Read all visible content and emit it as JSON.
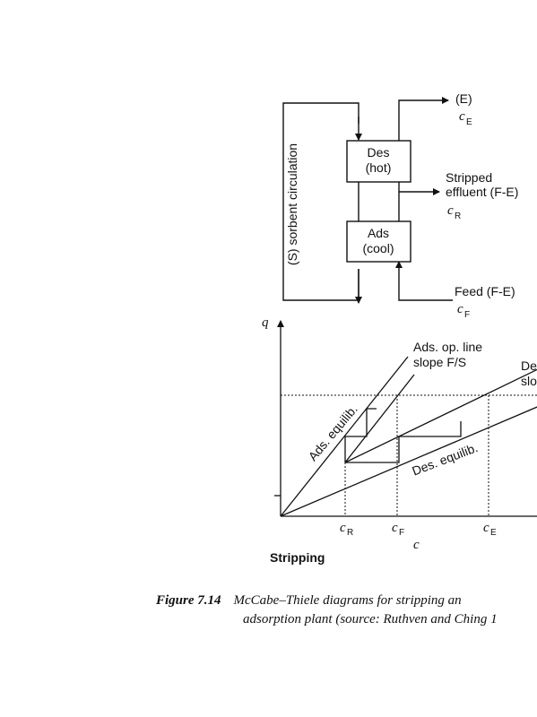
{
  "flow_diagram": {
    "des_box": [
      "Des",
      "(hot)"
    ],
    "ads_box": [
      "Ads",
      "(cool)"
    ],
    "circulation_label": "(S) sorbent circulation",
    "top_outlet": {
      "stream": "(E)",
      "symbol": "c",
      "subscript": "E"
    },
    "middle_outlet": {
      "line1": "Stripped",
      "line2": "effluent (F-E)",
      "symbol": "c",
      "subscript": "R"
    },
    "feed": {
      "label": "Feed (F-E)",
      "symbol": "c",
      "subscript": "F"
    }
  },
  "chart": {
    "y_axis_symbol": "q",
    "x_axis_symbol": "c",
    "ads_equilib_label": "Ads. equilib.",
    "des_equilib_label": "Des. equilib.",
    "ads_op_line_label": [
      "Ads. op. line",
      "slope F/S"
    ],
    "des_op_line_label_partial": [
      "De",
      "slo"
    ],
    "tick_labels": [
      {
        "symbol": "c",
        "subscript": "R"
      },
      {
        "symbol": "c",
        "subscript": "F"
      },
      {
        "symbol": "c",
        "subscript": "E"
      }
    ],
    "panel_title": "Stripping"
  },
  "caption": {
    "figure_number": "Figure 7.14",
    "line1": "McCabe–Thiele diagrams for stripping an",
    "line2": "adsorption plant (source: Ruthven and Ching 1"
  }
}
